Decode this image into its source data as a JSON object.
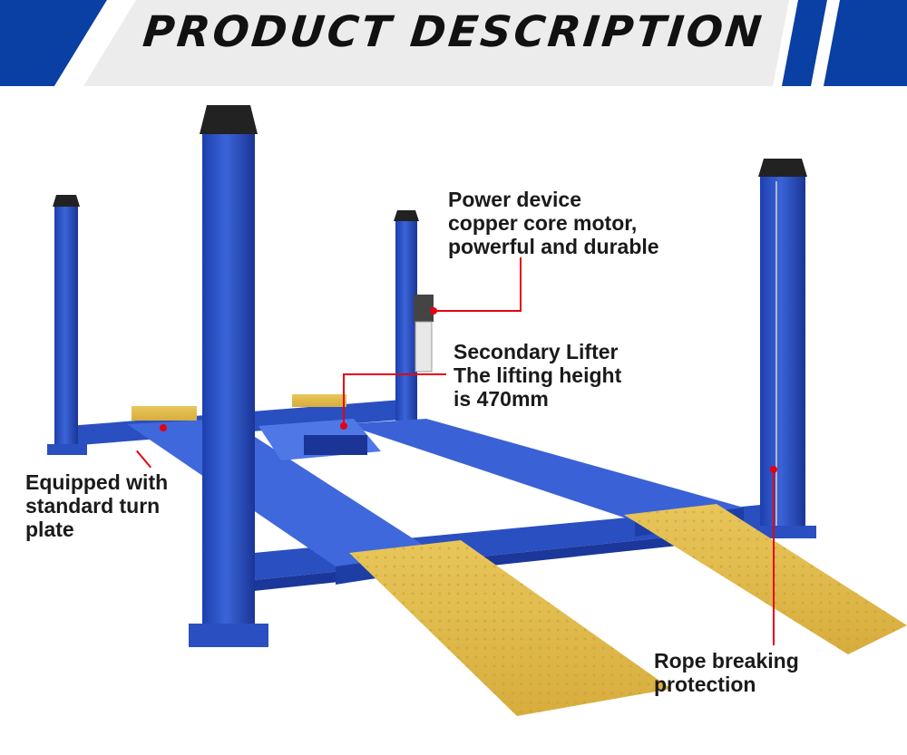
{
  "header": {
    "title": "PRODUCT DESCRIPTION"
  },
  "callouts": {
    "power": {
      "lines": [
        "Power device",
        "copper core motor,",
        "powerful and durable"
      ]
    },
    "secondary": {
      "lines": [
        "Secondary Lifter",
        "The lifting height",
        "is 470mm"
      ]
    },
    "turnplate": {
      "lines": [
        "Equipped with",
        "standard turn",
        "plate"
      ]
    },
    "rope": {
      "lines": [
        "Rope breaking",
        "protection"
      ]
    }
  },
  "colors": {
    "brand_blue": "#0a3fa3",
    "lift_blue": "#2f55c9",
    "ramp_yellow": "#e2bc4e",
    "leader_red": "#e60012"
  }
}
